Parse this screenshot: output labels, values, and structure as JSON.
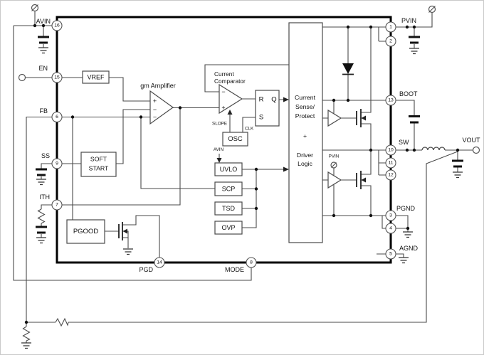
{
  "pins": {
    "avin": {
      "label": "AVIN",
      "number": "16"
    },
    "en": {
      "label": "EN",
      "number": "15"
    },
    "fb": {
      "label": "FB",
      "number": "6"
    },
    "ss": {
      "label": "SS",
      "number": "9"
    },
    "ith": {
      "label": "ITH",
      "number": "7"
    },
    "pvin": {
      "label": "PVIN",
      "numbers": [
        "1",
        "2"
      ]
    },
    "boot": {
      "label": "BOOT",
      "number": "13"
    },
    "sw": {
      "label": "SW",
      "numbers": [
        "10",
        "11",
        "12"
      ]
    },
    "pgnd": {
      "label": "PGND",
      "numbers": [
        "3",
        "4"
      ]
    },
    "agnd": {
      "label": "AGND",
      "number": "5"
    },
    "pgd": {
      "label": "PGD",
      "number": "14"
    },
    "mode": {
      "label": "MODE",
      "number": "8"
    }
  },
  "blocks": {
    "vref": "VREF",
    "gm_amplifier": "gm Amplifier",
    "soft_start": {
      "line1": "SOFT",
      "line2": "START"
    },
    "current_comparator": {
      "line1": "Current",
      "line2": "Comparator"
    },
    "osc": "OSC",
    "latch": {
      "r": "R",
      "q": "Q",
      "s": "S"
    },
    "uvlo": "UVLO",
    "scp": "SCP",
    "tsd": "TSD",
    "ovp": "OVP",
    "pgood": "PGOOD",
    "main": {
      "line1": "Current",
      "line2": "Sense/",
      "line3": "Protect",
      "line4": "+",
      "line5": "Driver",
      "line6": "Logic"
    }
  },
  "labels": {
    "slope": "SLOPE",
    "clk": "CLK",
    "avin_uvlo": "AVIN",
    "pvin_driver": "PVIN",
    "vout": "VOUT"
  },
  "glyphs": {
    "amp_plus": "+",
    "amp_minus1": "−",
    "amp_minus2": "−",
    "comp_minus": "−",
    "comp_plus": "+"
  }
}
